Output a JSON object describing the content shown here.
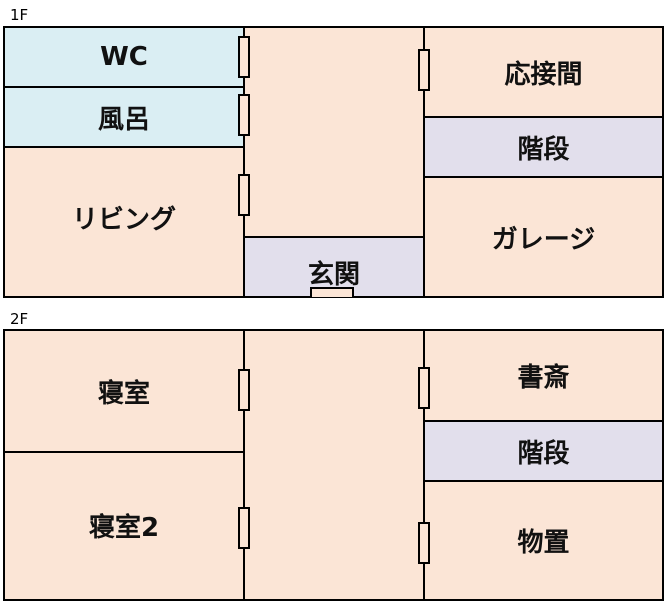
{
  "floor1": {
    "label": "1F",
    "rooms": {
      "wc": "WC",
      "bath": "風呂",
      "living": "リビング",
      "entrance": "玄関",
      "reception": "応接間",
      "stairs": "階段",
      "garage": "ガレージ"
    }
  },
  "floor2": {
    "label": "2F",
    "rooms": {
      "bedroom1": "寝室",
      "bedroom2": "寝室2",
      "study": "書斎",
      "stairs": "階段",
      "storage": "物置"
    }
  }
}
